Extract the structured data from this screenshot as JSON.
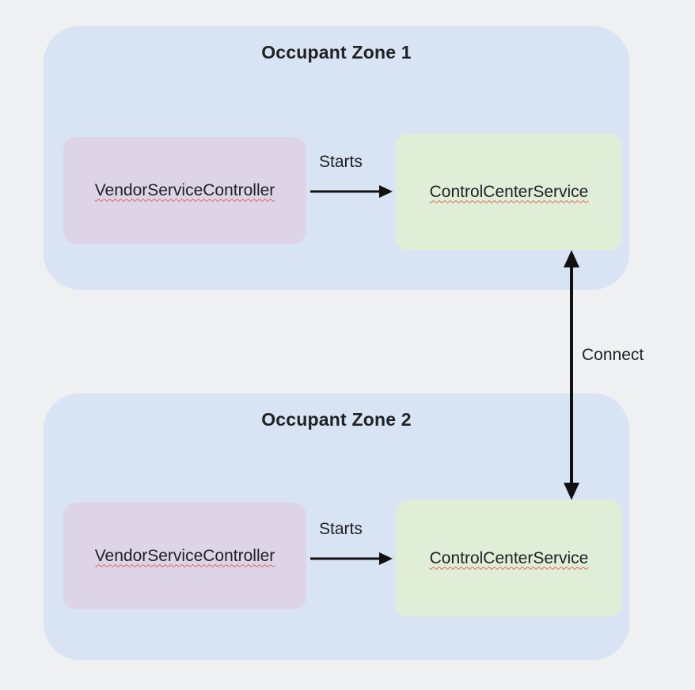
{
  "diagram": {
    "zone1": {
      "title": "Occupant Zone 1",
      "vendor_label": "VendorServiceController",
      "control_label": "ControlCenterService",
      "starts_label": "Starts"
    },
    "zone2": {
      "title": "Occupant Zone 2",
      "vendor_label": "VendorServiceController",
      "control_label": "ControlCenterService",
      "starts_label": "Starts"
    },
    "connect_label": "Connect",
    "colors": {
      "page_bg": "#eff0f2",
      "zone_bg": "#d8e3f3",
      "vendor_bg": "#ded4e8",
      "control_bg": "#e0eed8",
      "arrow": "#111111",
      "squiggle": "#e0635a"
    }
  }
}
